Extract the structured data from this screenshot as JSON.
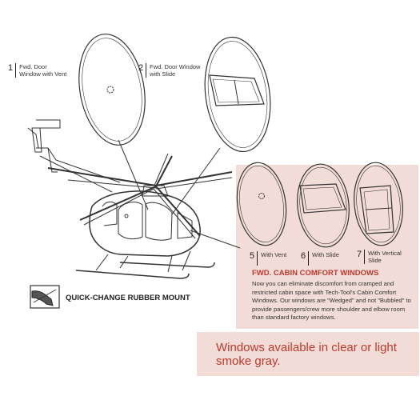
{
  "callouts": [
    {
      "num": "1",
      "label": "Fwd. Door Window with Vent"
    },
    {
      "num": "2",
      "label": "Fwd. Door Window with Slide"
    },
    {
      "num": "5",
      "label": "With Vent"
    },
    {
      "num": "6",
      "label": "With Slide"
    },
    {
      "num": "7",
      "label": "With Vertical Slide"
    }
  ],
  "panel": {
    "title": "FWD. CABIN COMFORT WINDOWS",
    "body": "Now you can eliminate discomfort from cramped and restricted cabin space with Tech-Tool's Cabin Comfort Windows. Our windows are \"Wedged\" and not \"Bubbled\" to provide passengers/crew more shoulder and elbow room than standard factory windows."
  },
  "mount": {
    "label": "QUICK-CHANGE RUBBER MOUNT"
  },
  "availability": {
    "text": "Windows available in clear or light smoke gray."
  },
  "colors": {
    "panel_bg": "#f2dcd7",
    "accent_red": "#c0392b",
    "line": "#333333"
  },
  "icons": [
    "helicopter-illustration",
    "window-vent-icon",
    "window-slide-icon",
    "window-vertical-slide-icon",
    "rubber-mount-icon"
  ]
}
